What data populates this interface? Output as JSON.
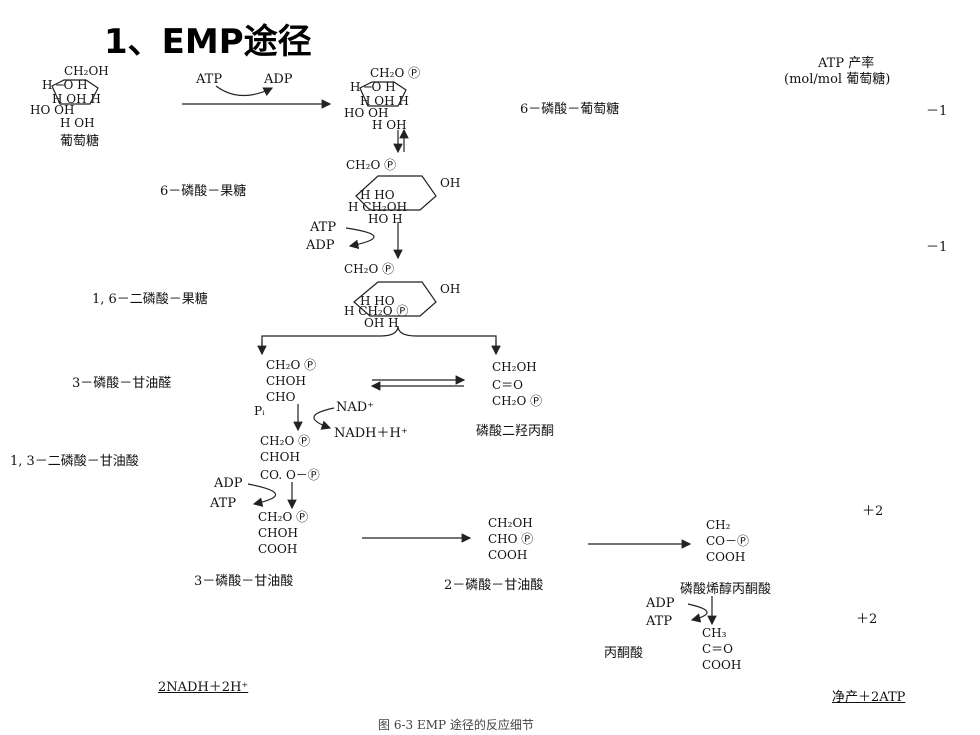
{
  "title": "1、EMP途径",
  "atp_header": {
    "line1": "ATP 产率",
    "line2": "(mol/mol 葡萄糖)"
  },
  "glucose": {
    "ch2oh": "CH₂OH",
    "ring_r1": "H ─O H",
    "ring_r2": "H OH H",
    "ring_r3": "HO  OH",
    "ring_r4": "H  OH",
    "label": "葡萄糖"
  },
  "step1": {
    "atp": "ATP",
    "adp": "ADP"
  },
  "g6p": {
    "top": "CH₂O Ⓟ",
    "ring_r1": "H ─O H",
    "ring_r2": "H OH H",
    "ring_r3": "HO  OH",
    "ring_r4": "H  OH",
    "label": "6－磷酸－葡萄糖"
  },
  "f6p": {
    "top": "CH₂O Ⓟ",
    "oh": "OH",
    "ring_r1": "H  HO",
    "ring_r2": "H      CH₂OH",
    "ring_r3": "HO   H",
    "label": "6－磷酸－果糖"
  },
  "step3": {
    "atp": "ATP",
    "adp": "ADP"
  },
  "fbp": {
    "top": "CH₂O Ⓟ",
    "oh": "OH",
    "ring_r1": "H  HO",
    "ring_r2": "H      CH₂O Ⓟ",
    "ring_r3": "OH   H",
    "label": "1, 6－二磷酸－果糖"
  },
  "gap": {
    "lines": [
      "CH₂O Ⓟ",
      "CHOH",
      "CHO"
    ],
    "label": "3－磷酸－甘油醛"
  },
  "dhap": {
    "lines": [
      "CH₂OH",
      "C＝O",
      "CH₂O Ⓟ"
    ],
    "label": "磷酸二羟丙酮"
  },
  "step5": {
    "pi": "Pᵢ",
    "nad": "NAD⁺",
    "nadh": "NADH＋H⁺"
  },
  "bpg": {
    "lines": [
      "CH₂O Ⓟ",
      "CHOH",
      "CO. O－Ⓟ"
    ],
    "label": "1, 3－二磷酸－甘油酸"
  },
  "step6": {
    "adp": "ADP",
    "atp": "ATP"
  },
  "pg3": {
    "lines": [
      "CH₂O Ⓟ",
      "CHOH",
      "COOH"
    ],
    "label": "3－磷酸－甘油酸"
  },
  "pg2": {
    "lines": [
      "CH₂OH",
      "CHO Ⓟ",
      "COOH"
    ],
    "label": "2－磷酸－甘油酸"
  },
  "pep": {
    "lines": [
      "CH₂",
      "CO－Ⓟ",
      "COOH"
    ],
    "label": "磷酸烯醇丙酮酸"
  },
  "step9": {
    "adp": "ADP",
    "atp": "ATP"
  },
  "pyruvate": {
    "lines": [
      "CH₃",
      "C＝O",
      "COOH"
    ],
    "label": "丙酮酸"
  },
  "yields": {
    "y1": "－1",
    "y2": "－1",
    "y3": "＋2",
    "y4": "＋2"
  },
  "nadh_total": "2NADH＋2H⁺",
  "net": "净产＋2ATP",
  "caption": "图 6-3   EMP 途径的反应细节"
}
